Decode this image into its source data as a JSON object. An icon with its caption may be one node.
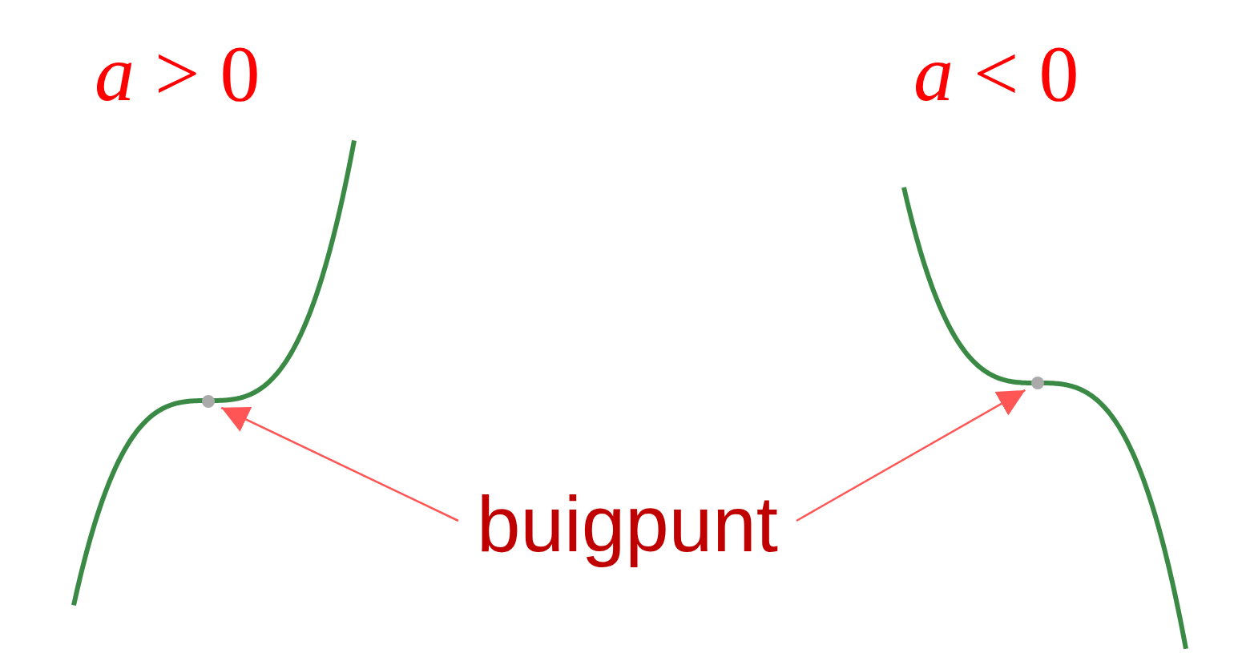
{
  "diagram": {
    "nodes": [
      {
        "text": [
          "buigpunt"
        ]
      },
      {
        "text": [],
        "shape": "circle"
      },
      {
        "text": [],
        "shape": "circle"
      }
    ],
    "edges": [
      {
        "from": 0,
        "to": 1,
        "arrow": "to"
      },
      {
        "from": 0,
        "to": 2,
        "arrow": "to"
      }
    ],
    "labels": [
      "*a* > 0",
      "*a* < 0"
    ]
  }
}
